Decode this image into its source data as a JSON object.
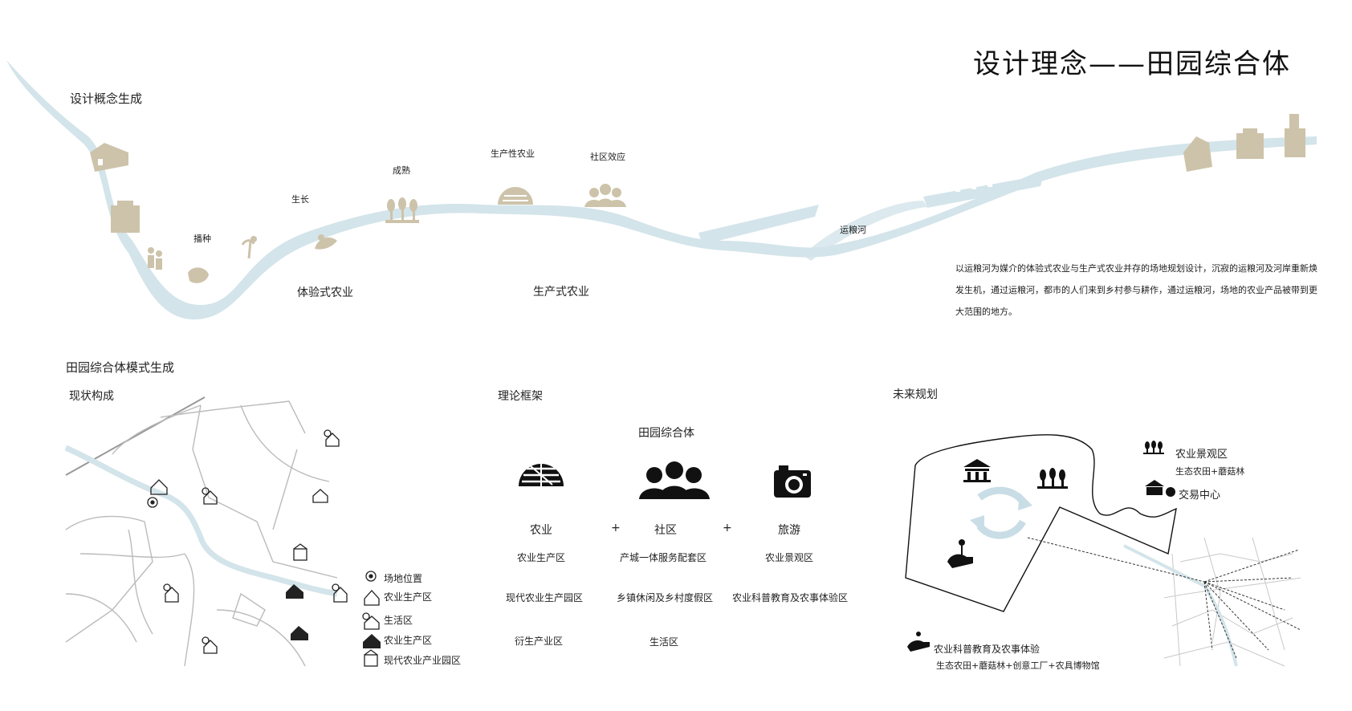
{
  "title": "设计理念——田园综合体",
  "top": {
    "heading": "设计概念生成",
    "stages": [
      "播种",
      "生长",
      "成熟",
      "生产性农业",
      "社区效应",
      "运粮河"
    ],
    "zones": [
      "体验式农业",
      "生产式农业"
    ],
    "description": "以运粮河为媒介的体验式农业与生产式农业并存的场地规划设计，沉寂的运粮河及河岸重新焕发生机，通过运粮河，都市的人们来到乡村参与耕作，通过运粮河，场地的农业产品被带到更大范围的地方。"
  },
  "bottom": {
    "heading": "田园综合体模式生成",
    "current": {
      "heading": "现状构成",
      "legend": [
        "场地位置",
        "农业生产区",
        "生活区",
        "农业生产区",
        "现代农业产业园区"
      ]
    },
    "theory": {
      "heading": "理论框架",
      "root": "田园综合体",
      "plus": "+",
      "columns": [
        {
          "label": "农业",
          "icon": "field-icon",
          "items": [
            "农业生产区",
            "现代农业生产园区",
            "衍生产业区"
          ]
        },
        {
          "label": "社区",
          "icon": "people-icon",
          "items": [
            "产城一体服务配套区",
            "乡镇休闲及乡村度假区",
            "生活区"
          ]
        },
        {
          "label": "旅游",
          "icon": "camera-icon",
          "items": [
            "农业景观区",
            "农业科普教育及农事体验区",
            ""
          ]
        }
      ]
    },
    "future": {
      "heading": "未来规划",
      "landscape": "农业景观区",
      "landscape_sub": "生态农田+蘑菇林",
      "trade": "交易中心",
      "education": "农业科普教育及农事体验",
      "education_sub": "生态农田+蘑菇林+创意工厂+农具博物馆"
    }
  },
  "colors": {
    "river": "#d3e4ea",
    "icon": "#cdc3aa",
    "road": "#b8b8b8",
    "ink": "#111111"
  }
}
